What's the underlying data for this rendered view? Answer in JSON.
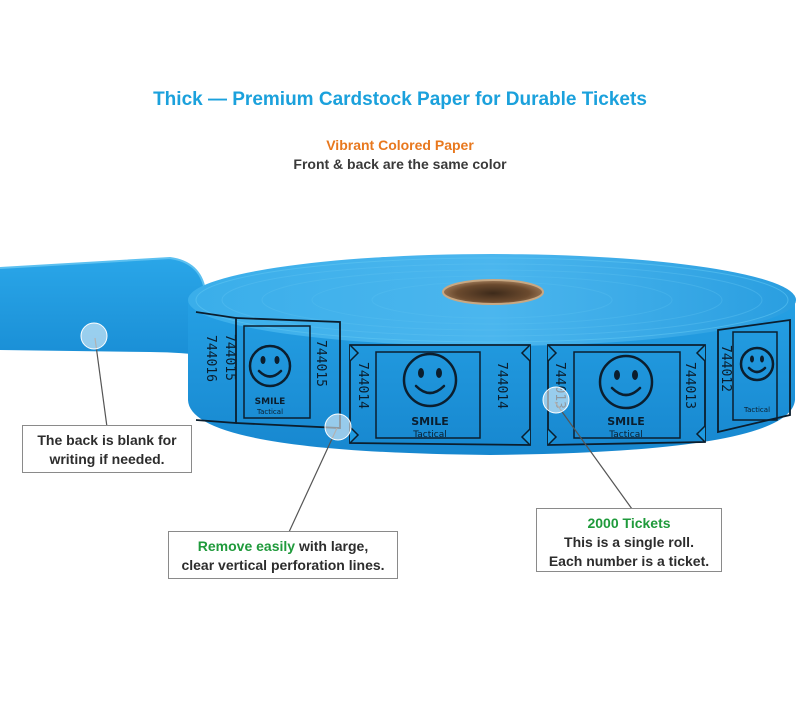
{
  "header": {
    "title": "Thick — Premium Cardstock Paper for Durable Tickets",
    "subtitle": "Vibrant Colored Paper",
    "subtitle2": "Front & back are the same color"
  },
  "tickets": {
    "brand": "SMILE",
    "sub_brand": "Tactical",
    "numbers": [
      "744016",
      "744015",
      "744015",
      "744014",
      "744014",
      "744013",
      "744013",
      "744012"
    ]
  },
  "callouts": {
    "back": {
      "line1": "The back is blank for",
      "line2": "writing if needed."
    },
    "remove": {
      "highlight": "Remove easily",
      "line1_rest": " with large,",
      "line2": "clear vertical perforation lines."
    },
    "count": {
      "highlight": "2000 Tickets",
      "line2": "This is a single roll.",
      "line3": "Each number is a ticket."
    }
  },
  "colors": {
    "ticket_blue": "#1e9ae0",
    "title_blue": "#1ba1dc",
    "accent_orange": "#e8781e",
    "accent_green": "#1f9a3b"
  }
}
